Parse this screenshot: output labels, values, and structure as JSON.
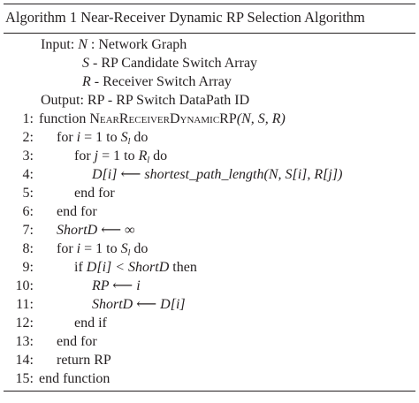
{
  "title": "Algorithm 1 Near-Receiver Dynamic RP Selection Algorithm",
  "header": {
    "input_label": "Input:",
    "input_n_var": "N",
    "input_n_desc": " : Network Graph",
    "input_s_var": "S",
    "input_s_desc": " - RP Candidate Switch Array",
    "input_r_var": "R",
    "input_r_desc": " - Receiver Switch Array",
    "output_label": "Output:",
    "output_desc": " RP - RP Switch DataPath ID"
  },
  "lines": [
    {
      "num": "1:",
      "kw": "function ",
      "fname": "NearReceiverDynamicRP",
      "args": "(N, S, R)"
    },
    {
      "num": "2:",
      "pre": "for ",
      "var": "i",
      "mid": " = 1 to ",
      "bound": "S",
      "bound_sub": "l",
      "post": " do"
    },
    {
      "num": "3:",
      "pre": "for ",
      "var": "j",
      "mid": " = 1 to ",
      "bound": "R",
      "bound_sub": "l",
      "post": " do"
    },
    {
      "num": "4:",
      "text": "D[i] ⟵ shortest_path_length(N, S[i], R[j])"
    },
    {
      "num": "5:",
      "text": "end for"
    },
    {
      "num": "6:",
      "text": "end for"
    },
    {
      "num": "7:",
      "text": "ShortD ⟵ ∞"
    },
    {
      "num": "8:",
      "pre": "for ",
      "var": "i",
      "mid": " = 1 to ",
      "bound": "S",
      "bound_sub": "l",
      "post": " do"
    },
    {
      "num": "9:",
      "kw": "if ",
      "cond": "D[i] < ShortD",
      "post": " then"
    },
    {
      "num": "10:",
      "text": "RP ⟵ i"
    },
    {
      "num": "11:",
      "text": "ShortD ⟵ D[i]"
    },
    {
      "num": "12:",
      "text": "end if"
    },
    {
      "num": "13:",
      "text": "end for"
    },
    {
      "num": "14:",
      "text": "return RP"
    },
    {
      "num": "15:",
      "text": "end function"
    }
  ]
}
